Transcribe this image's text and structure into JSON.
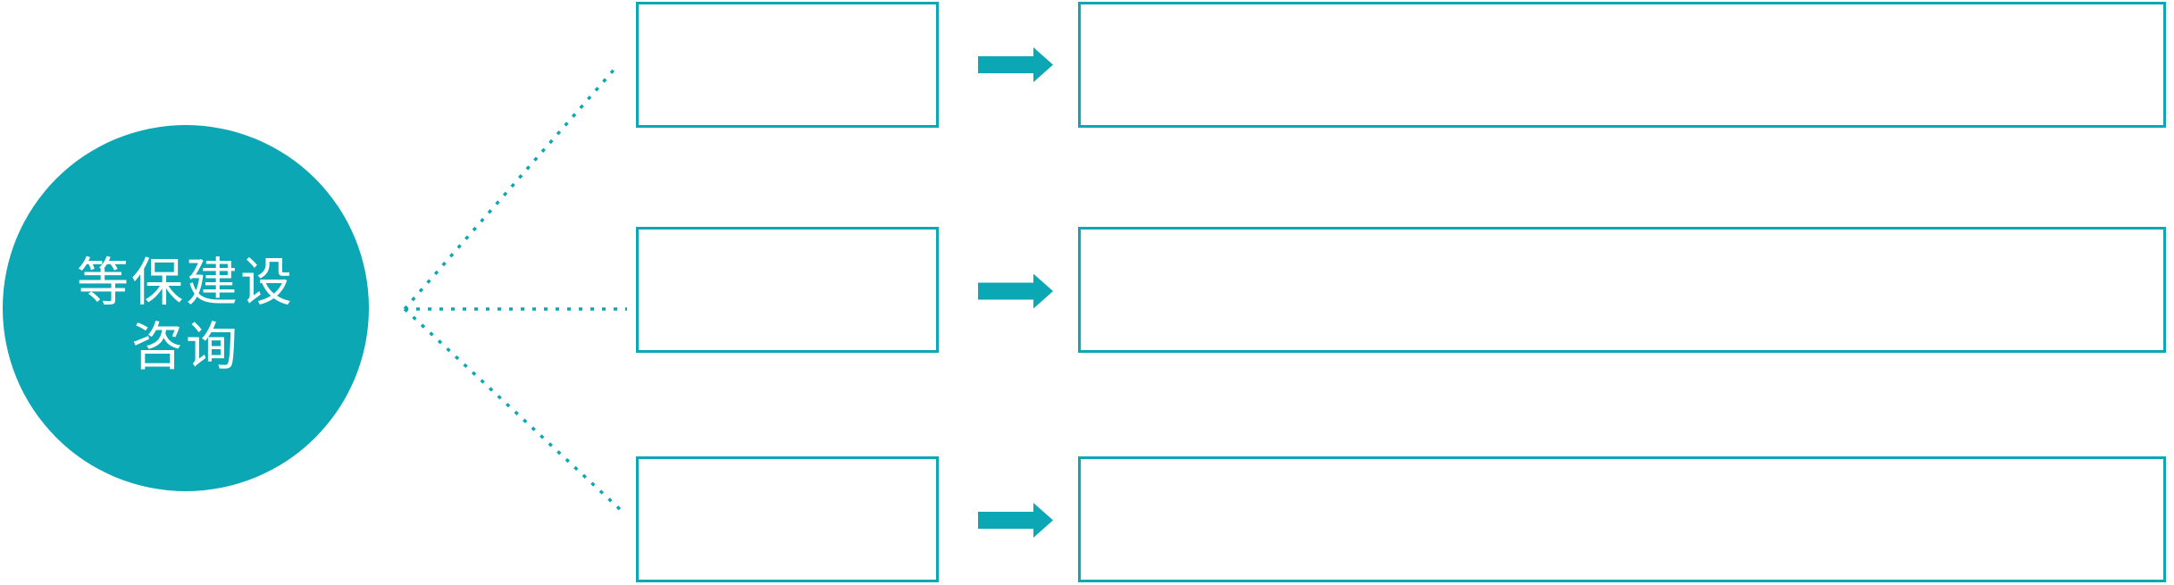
{
  "diagram": {
    "topic_circle": {
      "label_line1": "等保建设",
      "label_line2": "咨询"
    },
    "colors": {
      "accent_teal": "#0CA7B4",
      "circle_text": "#FFFFFF",
      "box_background": "#FFFFFF"
    },
    "rows": [
      {
        "category_label": "",
        "description_text": ""
      },
      {
        "category_label": "",
        "description_text": ""
      },
      {
        "category_label": "",
        "description_text": ""
      }
    ],
    "icons": {
      "arrow": "arrow-right-icon",
      "connector": "dotted-connector-line"
    }
  }
}
